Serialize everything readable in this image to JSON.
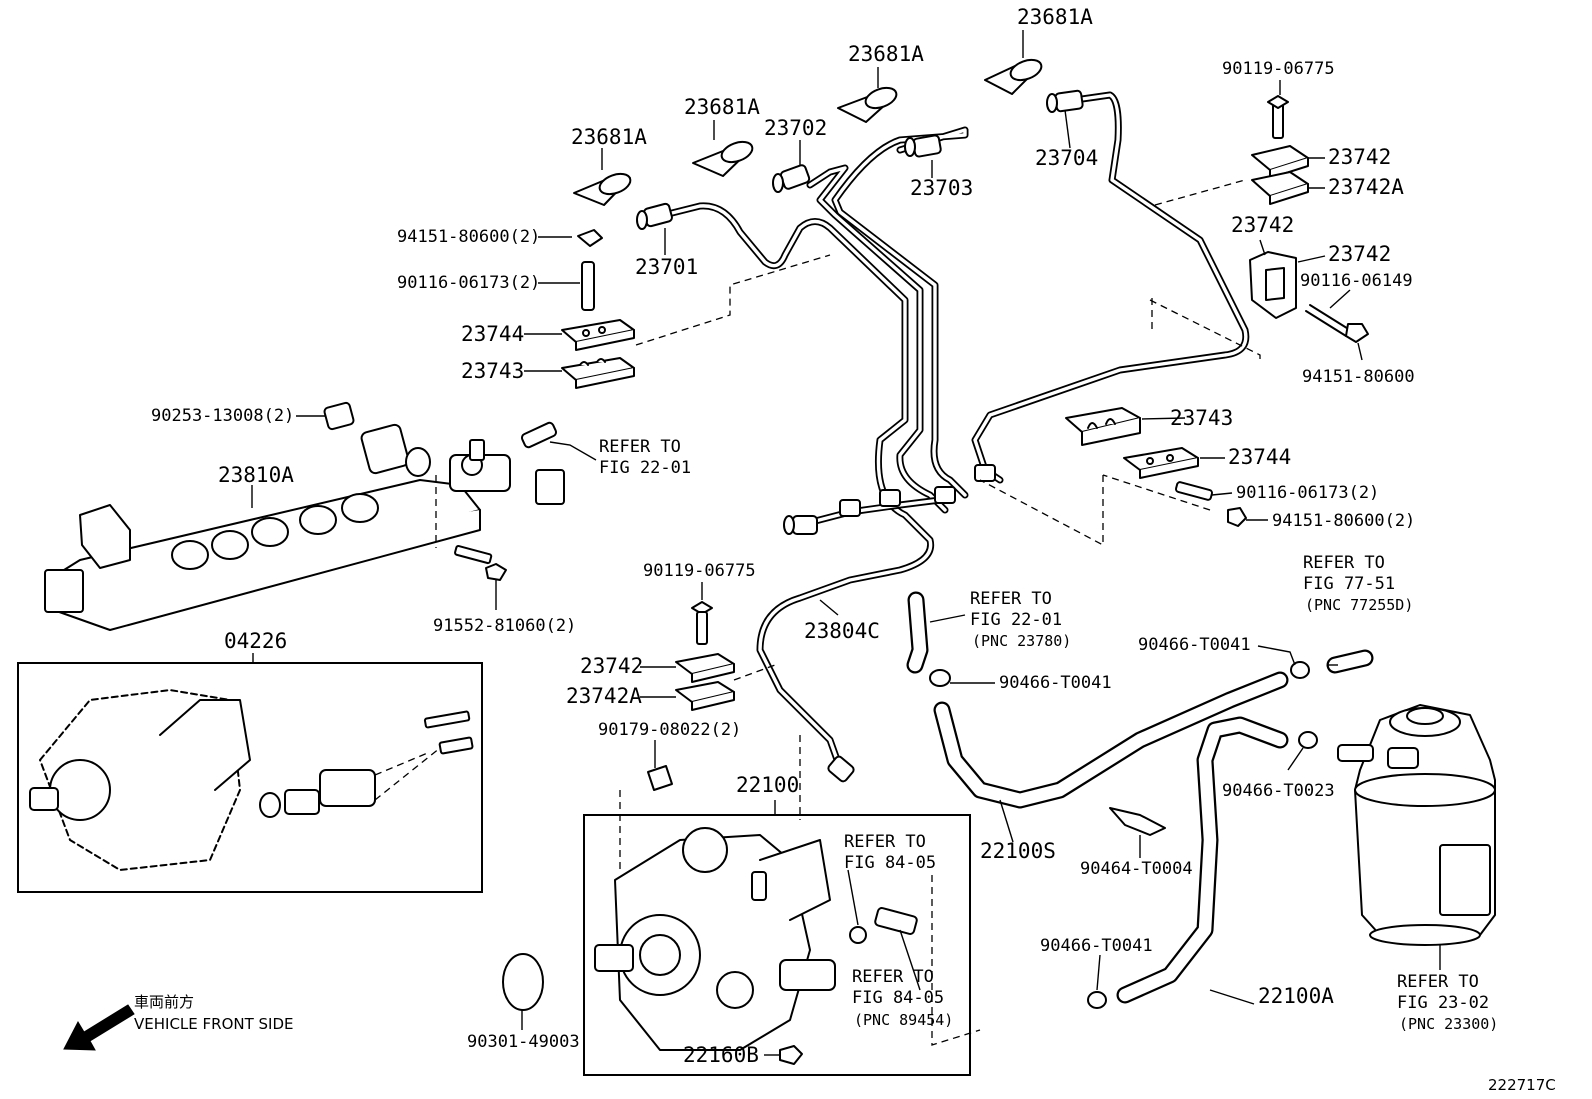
{
  "labels": {
    "p23681A_1": "23681A",
    "p23681A_2": "23681A",
    "p23681A_3": "23681A",
    "p23681A_4": "23681A",
    "p23702": "23702",
    "p23703": "23703",
    "p23704": "23704",
    "p23701": "23701",
    "p90119_top": "90119-06775",
    "p23742_top": "23742",
    "p23742A_top": "23742A",
    "p23742_mid": "23742",
    "p23742_side": "23742",
    "p90116_06149": "90116-06149",
    "p94151_right": "94151-80600",
    "p94151_left2": "94151-80600(2)",
    "p90116_left2": "90116-06173(2)",
    "p23744_left": "23744",
    "p23743_left": "23743",
    "p23743_right": "23743",
    "p23744_right": "23744",
    "p90116_right2": "90116-06173(2)",
    "p94151_right2": "94151-80600(2)",
    "p90253": "90253-13008(2)",
    "refer_2201_a1": "REFER TO",
    "refer_2201_a2": "FIG 22-01",
    "p23810A": "23810A",
    "p91552": "91552-81060(2)",
    "p04226": "04226",
    "p90119_mid": "90119-06775",
    "p23742_lower": "23742",
    "p23742A_lower": "23742A",
    "p90179": "90179-08022(2)",
    "p23804C": "23804C",
    "refer_2201_b1": "REFER TO",
    "refer_2201_b2": "FIG 22-01",
    "refer_2201_b3": "(PNC 23780)",
    "p90466_T0041_a": "90466-T0041",
    "p90466_T0041_b": "90466-T0041",
    "p90466_T0041_c": "90466-T0041",
    "p90466_T0023": "90466-T0023",
    "refer_7751_1": "REFER TO",
    "refer_7751_2": "FIG 77-51",
    "refer_7751_3": "(PNC 77255D)",
    "p22100": "22100",
    "refer_8405_a1": "REFER TO",
    "refer_8405_a2": "FIG 84-05",
    "refer_8405_b1": "REFER TO",
    "refer_8405_b2": "FIG 84-05",
    "refer_8405_b3": "(PNC 89454)",
    "p22100S": "22100S",
    "p90464": "90464-T0004",
    "p22100A": "22100A",
    "refer_2302_1": "REFER TO",
    "refer_2302_2": "FIG 23-02",
    "refer_2302_3": "(PNC 23300)",
    "p90301": "90301-49003",
    "p22160B": "22160B",
    "front_jp": "車両前方",
    "front_en": "VEHICLE FRONT SIDE",
    "figure_id": "222717C"
  },
  "colors": {
    "ink": "#000000",
    "paper": "#ffffff"
  }
}
